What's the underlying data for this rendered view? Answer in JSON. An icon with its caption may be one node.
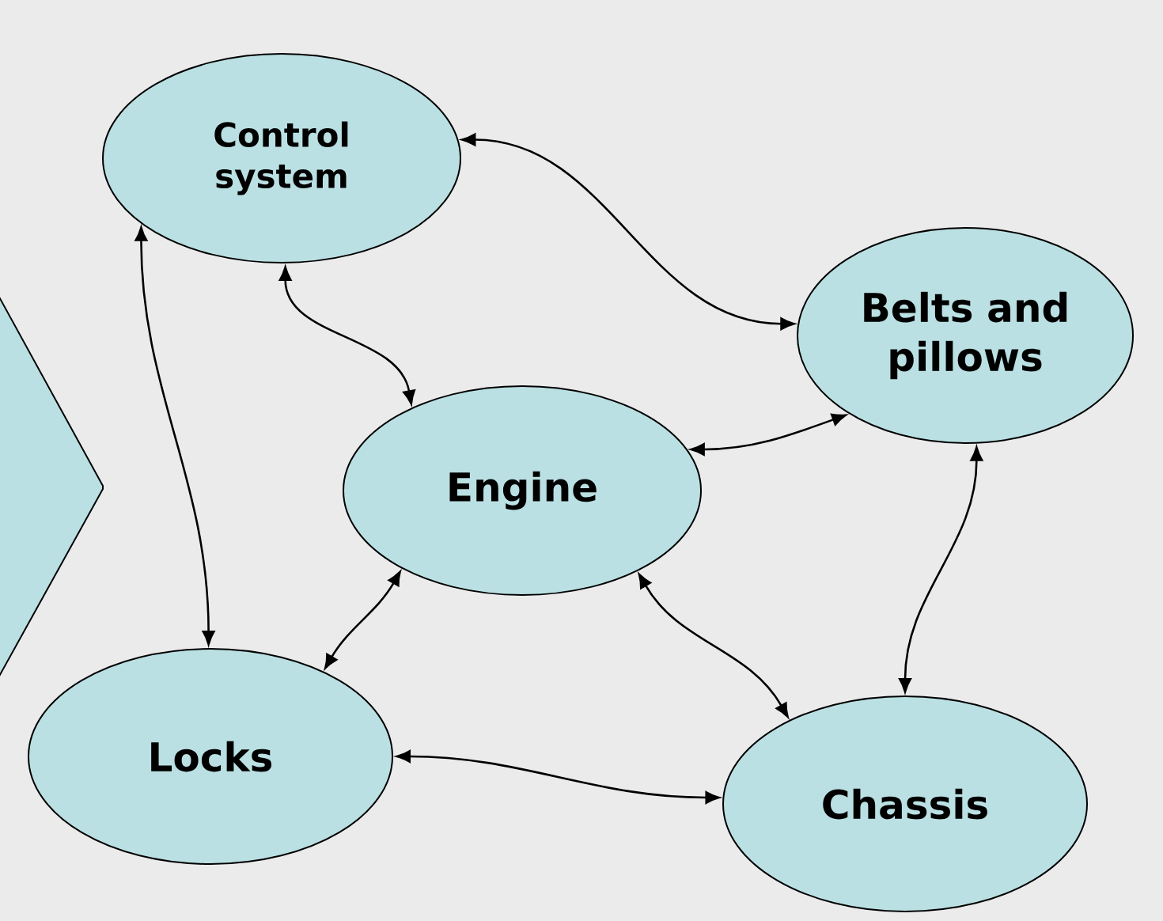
{
  "diagram": {
    "nodes": [
      {
        "text": [
          "Control system"
        ]
      },
      {
        "text": [
          "Belts and pillows"
        ]
      },
      {
        "text": [
          "Engine"
        ]
      },
      {
        "text": [
          "Locks"
        ]
      },
      {
        "text": [
          "Chassis"
        ]
      },
      {
        "text": [],
        "shape": "chevron"
      }
    ],
    "edges": [
      {
        "from": 0,
        "to": 1,
        "arrow": "both"
      },
      {
        "from": 0,
        "to": 2,
        "arrow": "both"
      },
      {
        "from": 0,
        "to": 3,
        "arrow": "both"
      },
      {
        "from": 2,
        "to": 1,
        "arrow": "both"
      },
      {
        "from": 2,
        "to": 3,
        "arrow": "both"
      },
      {
        "from": 2,
        "to": 4,
        "arrow": "both"
      },
      {
        "from": 3,
        "to": 4,
        "arrow": "both"
      },
      {
        "from": 1,
        "to": 4,
        "arrow": "both"
      }
    ]
  }
}
